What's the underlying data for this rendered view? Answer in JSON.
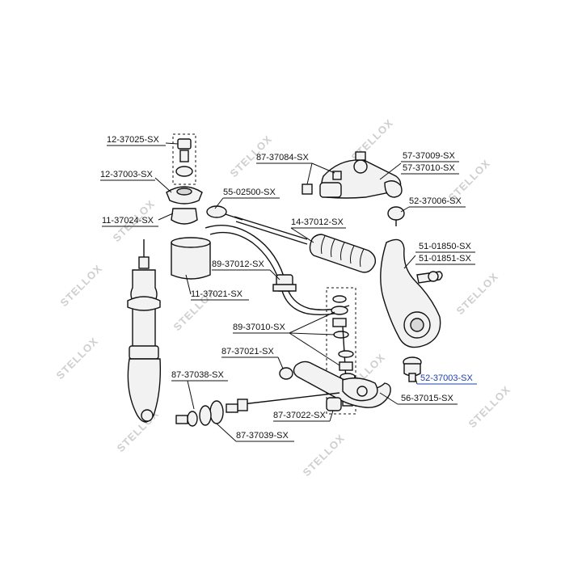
{
  "diagram": {
    "watermark_text": "STELLOX",
    "highlight_color": "#1a3fb0",
    "labels": [
      {
        "id": "l1",
        "text": "12-37025-SX",
        "highlight": false
      },
      {
        "id": "l2",
        "text": "12-37003-SX",
        "highlight": false
      },
      {
        "id": "l3",
        "text": "11-37024-SX",
        "highlight": false
      },
      {
        "id": "l4",
        "text": "55-02500-SX",
        "highlight": false
      },
      {
        "id": "l5",
        "text": "87-37084-SX",
        "highlight": false
      },
      {
        "id": "l6",
        "text": "57-37009-SX",
        "highlight": false
      },
      {
        "id": "l7",
        "text": "57-37010-SX",
        "highlight": false
      },
      {
        "id": "l8",
        "text": "52-37006-SX",
        "highlight": false
      },
      {
        "id": "l9",
        "text": "14-37012-SX",
        "highlight": false
      },
      {
        "id": "l10",
        "text": "51-01850-SX",
        "highlight": false
      },
      {
        "id": "l11",
        "text": "51-01851-SX",
        "highlight": false
      },
      {
        "id": "l12",
        "text": "89-37012-SX",
        "highlight": false
      },
      {
        "id": "l13",
        "text": "11-37021-SX",
        "highlight": false
      },
      {
        "id": "l14",
        "text": "89-37010-SX",
        "highlight": false
      },
      {
        "id": "l15",
        "text": "87-37021-SX",
        "highlight": false
      },
      {
        "id": "l16",
        "text": "52-37003-SX",
        "highlight": true
      },
      {
        "id": "l17",
        "text": "87-37038-SX",
        "highlight": false
      },
      {
        "id": "l18",
        "text": "56-37015-SX",
        "highlight": false
      },
      {
        "id": "l19",
        "text": "87-37022-SX",
        "highlight": false
      },
      {
        "id": "l20",
        "text": "87-37039-SX",
        "highlight": false
      }
    ]
  }
}
